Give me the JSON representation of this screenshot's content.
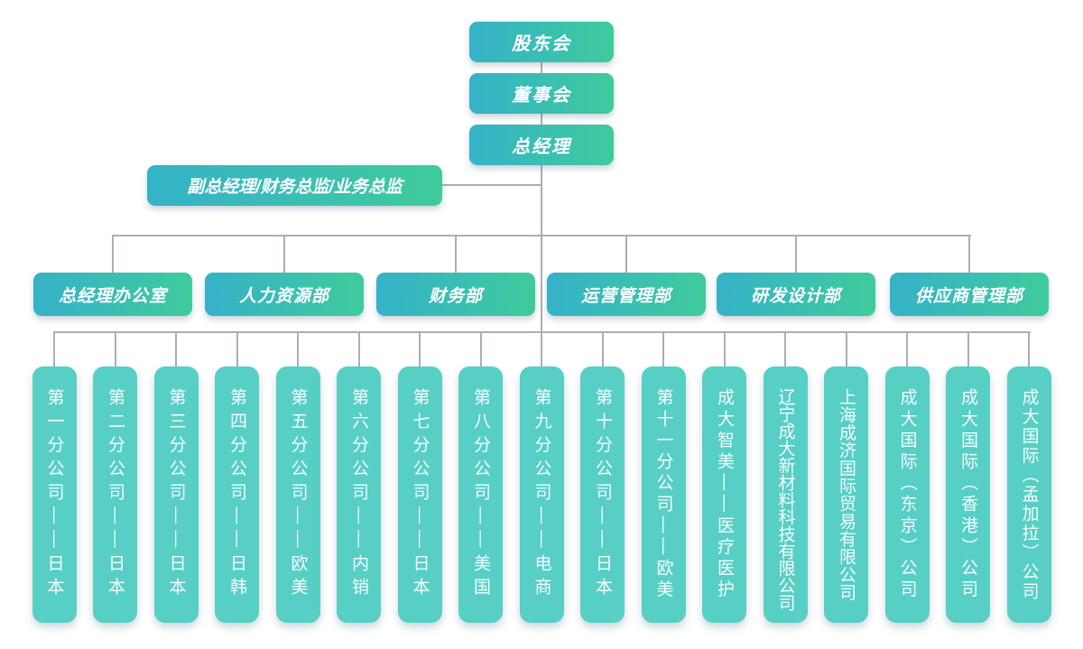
{
  "org": {
    "top_nodes": [
      {
        "label": "股东会"
      },
      {
        "label": "董事会"
      },
      {
        "label": "总经理"
      }
    ],
    "assistant": {
      "label": "副总经理/财务总监/业务总监"
    },
    "departments": [
      {
        "label": "总经理办公室"
      },
      {
        "label": "人力资源部"
      },
      {
        "label": "财务部"
      },
      {
        "label": "运营管理部"
      },
      {
        "label": "研发设计部"
      },
      {
        "label": "供应商管理部"
      }
    ],
    "subsidiaries": [
      {
        "label": "第一分公司——日本"
      },
      {
        "label": "第二分公司——日本"
      },
      {
        "label": "第三分公司——日本"
      },
      {
        "label": "第四分公司——日韩"
      },
      {
        "label": "第五分公司——欧美"
      },
      {
        "label": "第六分公司——内销"
      },
      {
        "label": "第七分公司——日本"
      },
      {
        "label": "第八分公司——美国"
      },
      {
        "label": "第九分公司——电商"
      },
      {
        "label": "第十分公司——日本"
      },
      {
        "label": "第十一分公司——欧美"
      },
      {
        "label": "成大智美——医疗医护"
      },
      {
        "label": "辽宁成大新材料科技有限公司"
      },
      {
        "label": "上海成济国际贸易有限公司"
      },
      {
        "label": "成大国际（东京）公司"
      },
      {
        "label": "成大国际（香港）公司"
      },
      {
        "label": "成大国际（孟加拉）公司"
      }
    ],
    "colors": {
      "gradient_start": "#35b2c9",
      "gradient_end": "#3fcb9c",
      "subsidiary_fill": "#57cfc5",
      "connector": "#a9b0b6",
      "text": "#ffffff"
    }
  }
}
